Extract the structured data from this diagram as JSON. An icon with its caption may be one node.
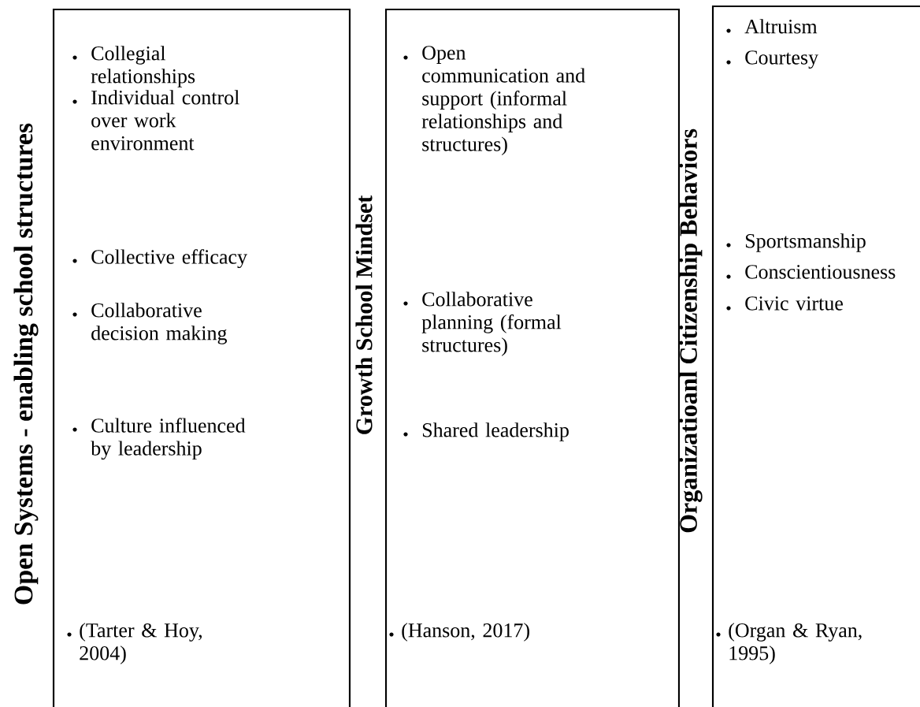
{
  "diagram": {
    "nodes": [
      {
        "text": [
          "Open Systems - enabling school structures",
          "Collegial relationships",
          "Individual control over work environment",
          "Collective efficacy",
          "Collaborative decision making",
          "Culture influenced by leadership",
          "(Tarter & Hoy, 2004)"
        ]
      },
      {
        "text": [
          "Growth School Mindset",
          "Open communication and support (informal relationships and structures)",
          "Collaborative planning (formal structures)",
          "Shared leadership",
          "(Hanson, 2017)"
        ]
      },
      {
        "text": [
          "Organizatioanl Citizenship Behaviors",
          "Altruism",
          "Courtesy",
          "Sportsmanship",
          "Conscientiousness",
          "Civic virtue",
          "(Organ & Ryan, 1995)"
        ]
      }
    ]
  }
}
